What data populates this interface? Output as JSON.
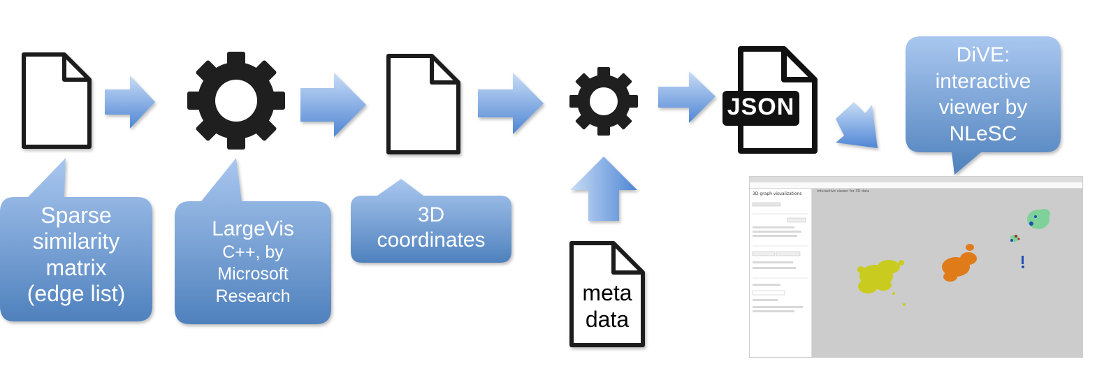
{
  "callouts": {
    "sparse": {
      "line1": "Sparse",
      "line2": "similarity",
      "line3": "matrix",
      "line4": "(edge list)"
    },
    "largevis": {
      "title": "LargeVis",
      "line2": "C++, by",
      "line3": "Microsoft",
      "line4": "Research"
    },
    "coords": {
      "line1": "3D",
      "line2": "coordinates"
    },
    "dive": {
      "line1": "DiVE:",
      "line2": "interactive",
      "line3": "viewer by",
      "line4": "NLeSC"
    }
  },
  "documents": {
    "metadata": {
      "line1": "meta",
      "line2": "data"
    },
    "json_label": "JSON"
  },
  "screenshot": {
    "side_title": "3D graph visualizations",
    "header": "Interactive viewer for 3D data"
  },
  "colors": {
    "callout_top": "#a9c7ef",
    "callout_bottom": "#4f81bd",
    "arrow_top": "#b8d1f3",
    "arrow_bottom": "#5b8fd6",
    "icon": "#1f1f1f",
    "cluster_yellow": "#c9cc1e",
    "cluster_orange": "#e07b1a",
    "cluster_green": "#7fd19a",
    "cluster_blue": "#1f4fb3"
  }
}
